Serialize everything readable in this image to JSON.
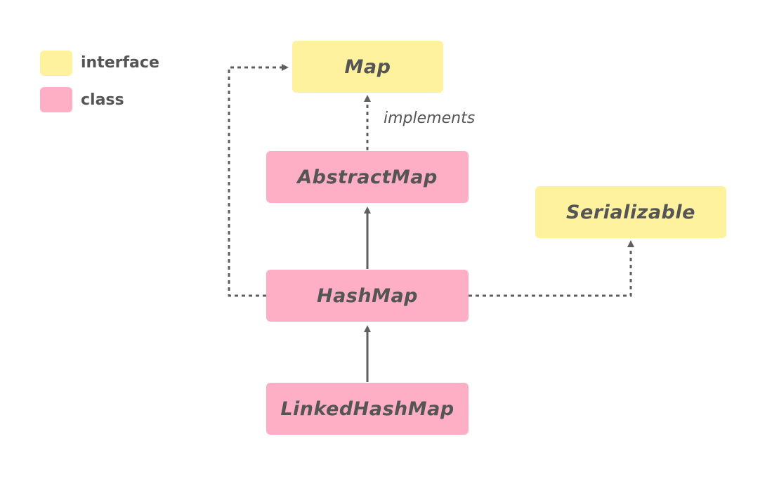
{
  "colors": {
    "interface": "#fff29e",
    "class": "#ffafc5",
    "text": "#555555",
    "edge": "#5f5f5f"
  },
  "legend": {
    "interface_label": "interface",
    "class_label": "class"
  },
  "nodes": {
    "map": {
      "label": "Map",
      "kind": "interface"
    },
    "abstract_map": {
      "label": "AbstractMap",
      "kind": "class"
    },
    "serializable": {
      "label": "Serializable",
      "kind": "interface"
    },
    "hash_map": {
      "label": "HashMap",
      "kind": "class"
    },
    "linked_hash_map": {
      "label": "LinkedHashMap",
      "kind": "class"
    }
  },
  "edges": [
    {
      "from": "abstract_map",
      "to": "map",
      "style": "dashed",
      "label": "implements"
    },
    {
      "from": "hash_map",
      "to": "abstract_map",
      "style": "solid"
    },
    {
      "from": "hash_map",
      "to": "map",
      "style": "dashed"
    },
    {
      "from": "hash_map",
      "to": "serializable",
      "style": "dashed"
    },
    {
      "from": "linked_hash_map",
      "to": "hash_map",
      "style": "solid"
    }
  ]
}
